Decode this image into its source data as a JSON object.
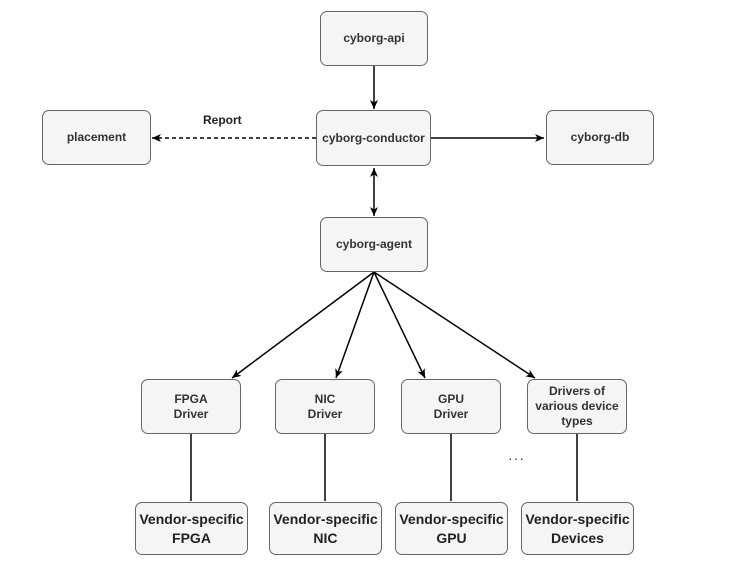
{
  "nodes": {
    "api": "cyborg-api",
    "conductor": "cyborg-conductor",
    "placement": "placement",
    "db": "cyborg-db",
    "agent": "cyborg-agent",
    "fpga_driver": "FPGA\nDriver",
    "nic_driver": "NIC\nDriver",
    "gpu_driver": "GPU\nDriver",
    "other_drivers": "Drivers of\nvarious device\ntypes",
    "vendor_fpga": "Vendor-specific\nFPGA",
    "vendor_nic": "Vendor-specific\nNIC",
    "vendor_gpu": "Vendor-specific\nGPU",
    "vendor_devices": "Vendor-specific\nDevices"
  },
  "edge_labels": {
    "report": "Report"
  },
  "ellipsis": "···",
  "colors": {
    "node_fill": "#f5f5f5",
    "node_stroke": "#666666",
    "edge": "#000000"
  }
}
